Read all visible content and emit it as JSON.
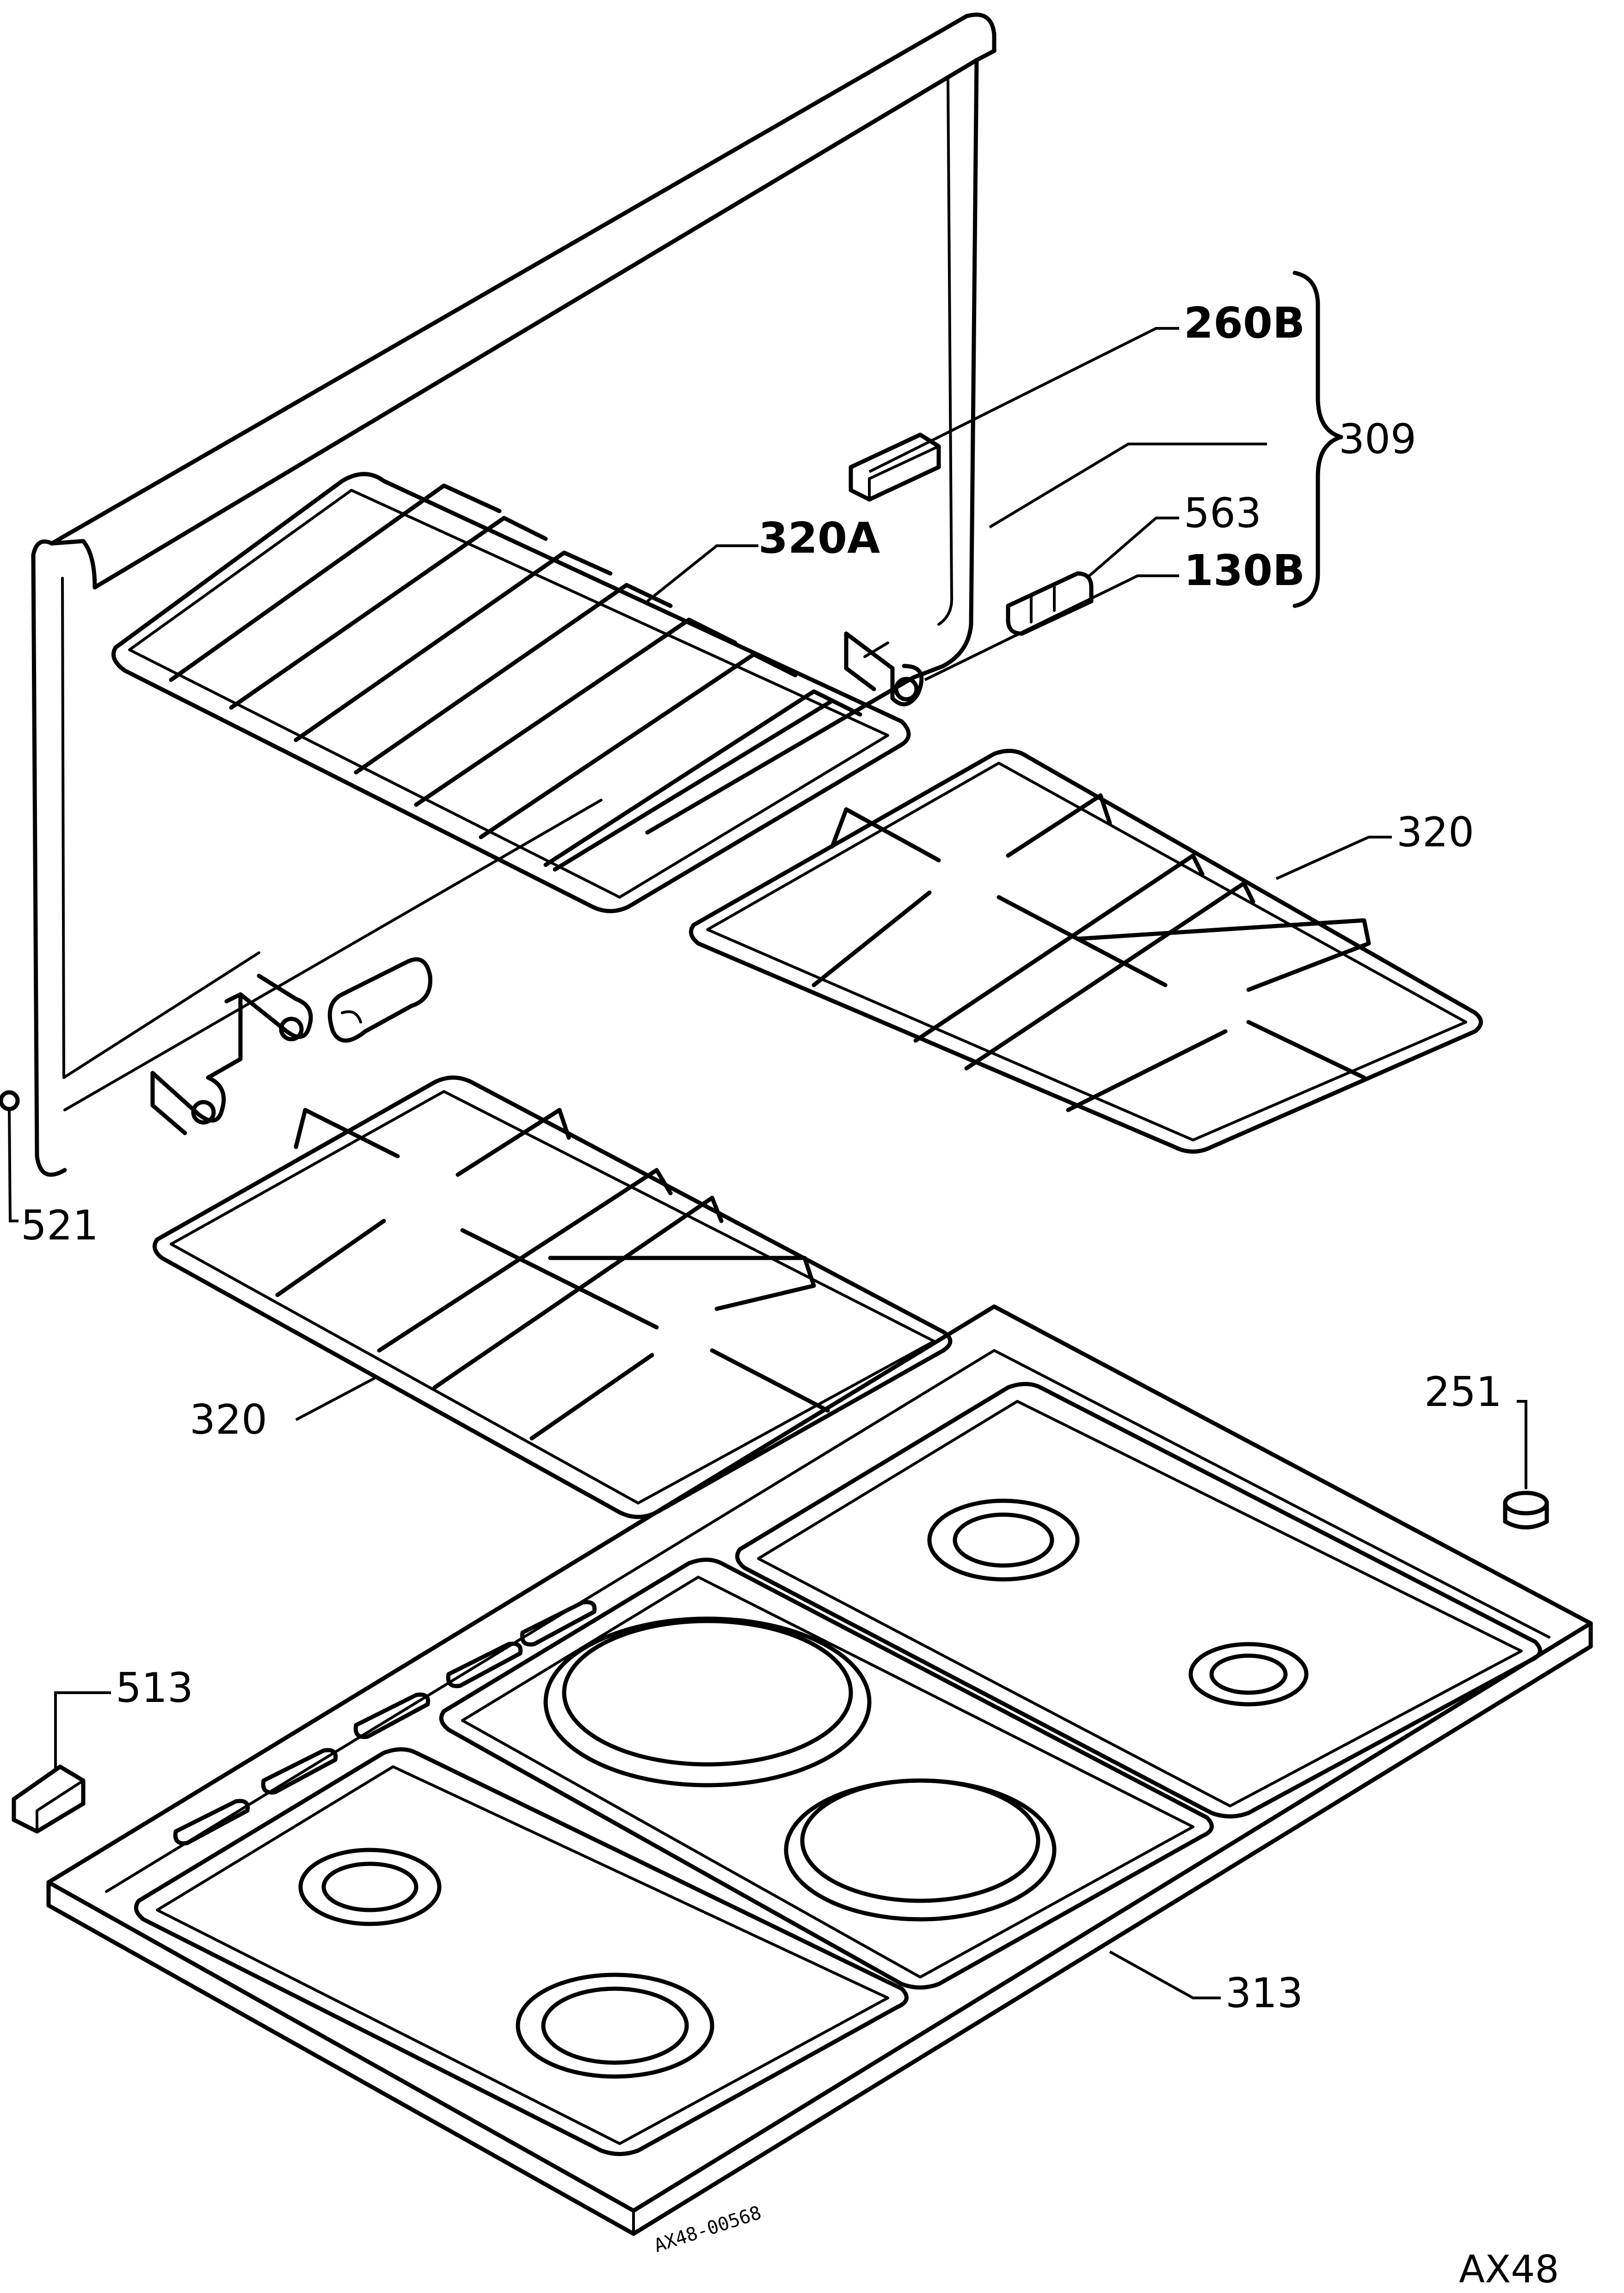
{
  "diagram": {
    "labels": {
      "p260B": "260B",
      "p309": "309",
      "p320A": "320A",
      "p563": "563",
      "p130B": "130B",
      "p320_right": "320",
      "p521": "521",
      "p320_left": "320",
      "p251": "251",
      "p513": "513",
      "p313": "313"
    },
    "stamp": "AX48-00568",
    "drawing_code": "AX48"
  }
}
